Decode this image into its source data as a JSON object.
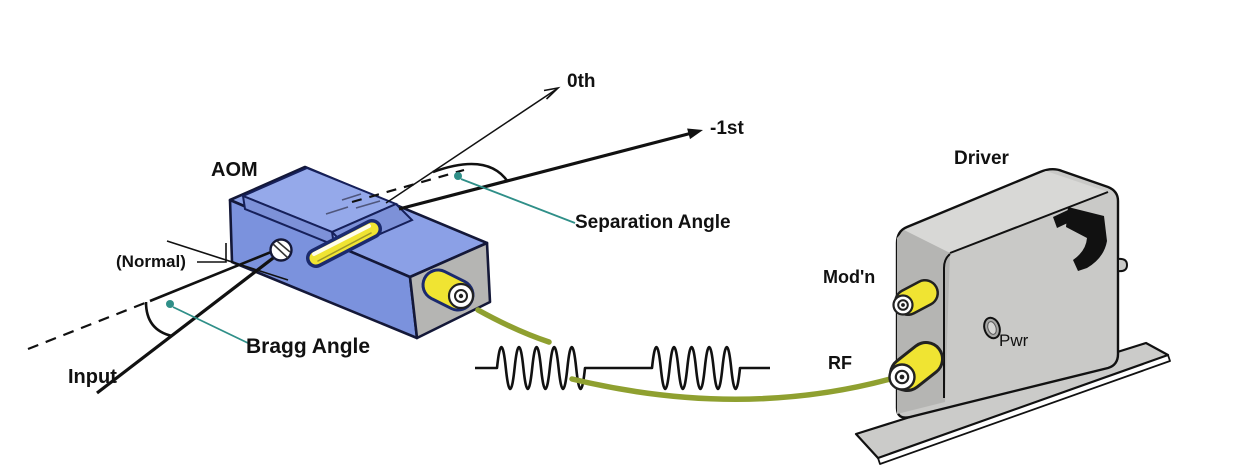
{
  "aom": {
    "label": "AOM",
    "input_label": "Input",
    "normal_label": "(Normal)",
    "bragg_angle_label": "Bragg Angle",
    "separation_angle_label": "Separation Angle",
    "beam_0th_label": "0th",
    "beam_minus_1st_label": "-1st"
  },
  "driver": {
    "label": "Driver",
    "modulation_port_label": "Mod'n",
    "rf_port_label": "RF",
    "power_label": "Pwr"
  },
  "colors": {
    "background": "#ffffff",
    "outline": "#111111",
    "aom_outline": "#141838",
    "aom_front_blue": "#7b92dd",
    "aom_top_blue": "#8ba0e6",
    "aom_mesa_blue": "#95a9ea",
    "aom_recess_blue": "#7d91d8",
    "aom_end_gray": "#b5b5b3",
    "window_frame_navy": "#1b2a6e",
    "connector_yellow": "#f0e432",
    "cable_olive": "#8fa030",
    "annotation_teal": "#2f8f88",
    "driver_front_gray": "#c9c9c7",
    "driver_top_gray": "#d8d8d6",
    "driver_side_gray": "#b5b5b3",
    "baseplate_gray": "#cbcbc9"
  }
}
